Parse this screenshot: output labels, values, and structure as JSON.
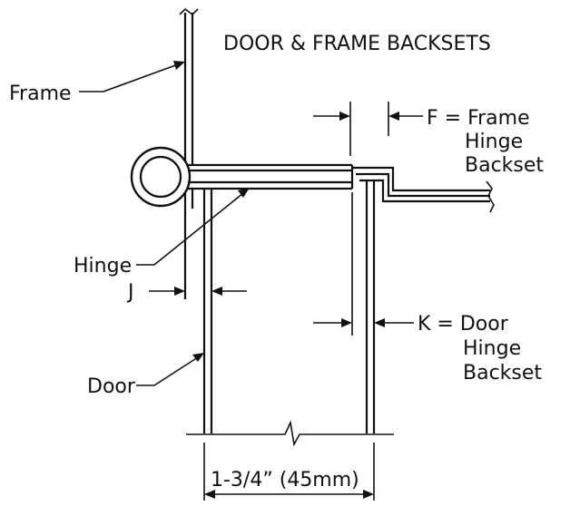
{
  "title": "DOOR & FRAME BACKSETS",
  "labels": {
    "frame": "Frame",
    "hinge": "Hinge",
    "door": "Door",
    "j": "J",
    "f_line1": "F = Frame",
    "f_line2": "Hinge",
    "f_line3": "Backset",
    "k_line1": "K = Door",
    "k_line2": "Hinge",
    "k_line3": "Backset",
    "thickness": "1-3/4” (45mm)"
  }
}
